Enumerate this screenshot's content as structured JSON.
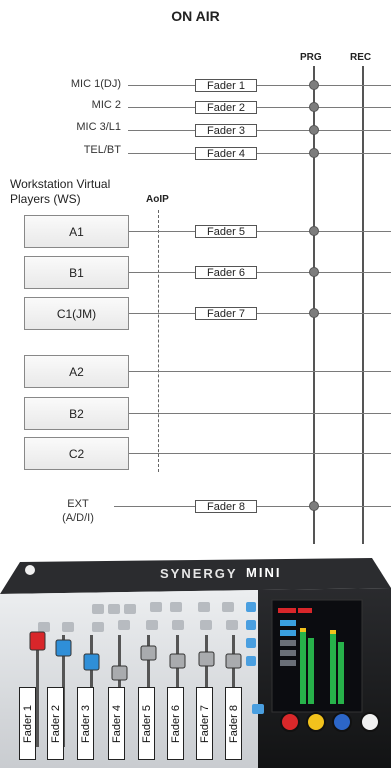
{
  "title": "ON AIR",
  "buses": {
    "prg": "PRG",
    "rec": "REC"
  },
  "hardware_sources": [
    {
      "label": "MIC 1(DJ)",
      "fader": "Fader 1"
    },
    {
      "label": "MIC 2",
      "fader": "Fader 2"
    },
    {
      "label": "MIC 3/L1",
      "fader": "Fader 3"
    },
    {
      "label": "TEL/BT",
      "fader": "Fader 4"
    }
  ],
  "workstation": {
    "title": "Workstation Virtual Players (WS)",
    "aoip_label": "AoIP",
    "players": [
      {
        "label": "A1",
        "fader": "Fader 5"
      },
      {
        "label": "B1",
        "fader": "Fader 6"
      },
      {
        "label": "C1(JM)",
        "fader": "Fader 7"
      },
      {
        "label": "A2",
        "fader": ""
      },
      {
        "label": "B2",
        "fader": ""
      },
      {
        "label": "C2",
        "fader": ""
      }
    ]
  },
  "ext": {
    "label_line1": "EXT",
    "label_line2": "(A/D/I)",
    "fader": "Fader 8"
  },
  "console": {
    "brand": "SYNERGY",
    "model": "MINI",
    "fader_strips": [
      "Fader 1",
      "Fader 2",
      "Fader 3",
      "Fader 4",
      "Fader 5",
      "Fader 6",
      "Fader 7",
      "Fader 8"
    ],
    "colors": {
      "body": "#d9dbdd",
      "right_panel": "#1e1f22",
      "cap_red": "#d8262a",
      "cap_blue": "#2f8fd8",
      "cap_grey": "#a9abae",
      "knob_red": "#d9282a",
      "knob_yellow": "#f2c21c",
      "knob_blue": "#2c66c8",
      "knob_white": "#f0f0f0"
    }
  }
}
